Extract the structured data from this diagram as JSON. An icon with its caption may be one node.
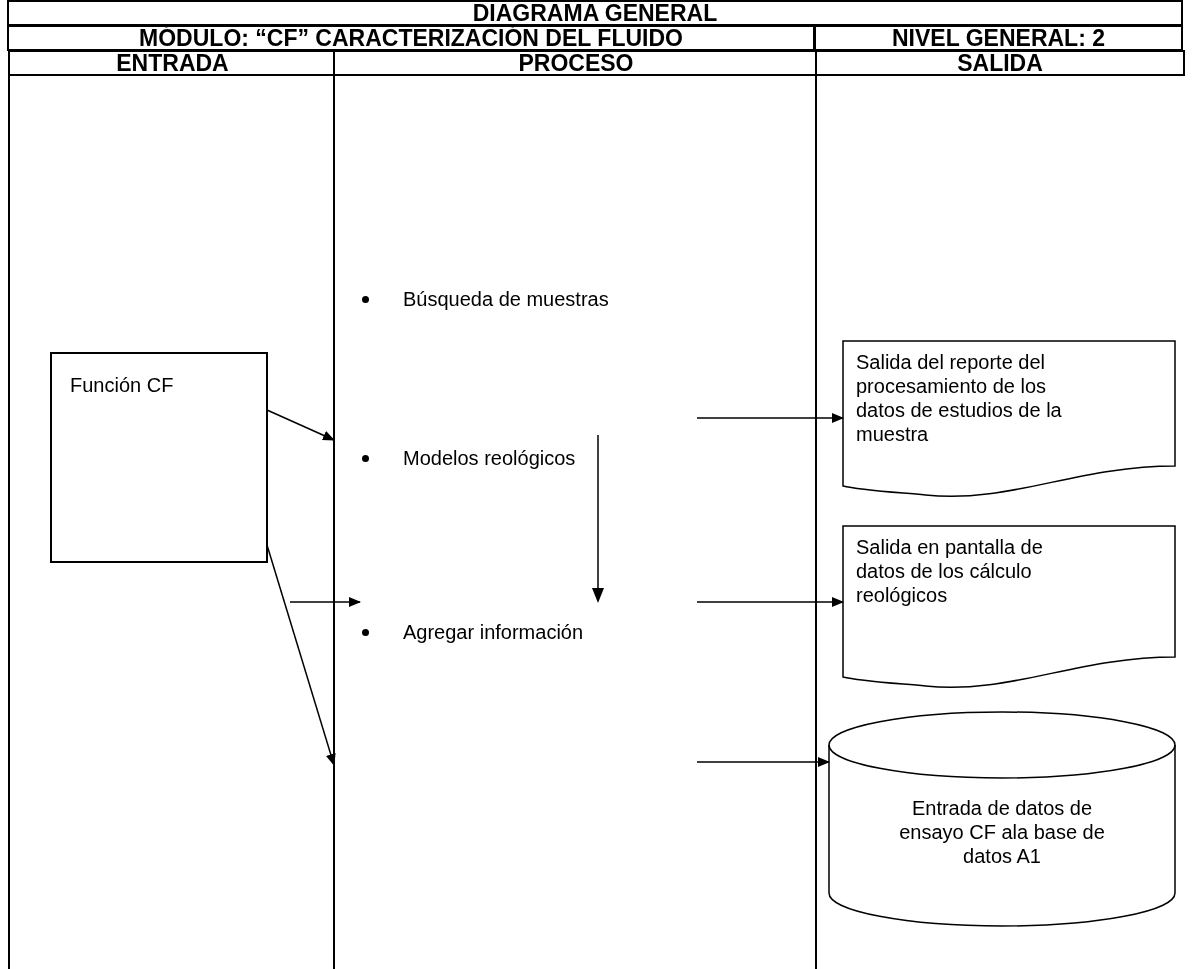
{
  "diagram": {
    "title": "DIAGRAMA GENERAL",
    "nodes": [
      {
        "text": [
          "ENTRADA"
        ]
      },
      {
        "text": [
          "PROCESO"
        ]
      },
      {
        "text": [
          "SALIDA"
        ]
      },
      {
        "text": [
          "Función CF"
        ],
        "in": 0
      },
      {
        "text": [
          "Búsqueda de muestras"
        ],
        "in": 1
      },
      {
        "text": [
          "Modelos reológicos"
        ],
        "in": 1
      },
      {
        "text": [
          "Agregar información"
        ],
        "in": 1
      },
      {
        "text": [
          "Salida del reporte del procesamiento de los datos de estudios de la muestra"
        ],
        "in": 2
      },
      {
        "text": [
          "Salida en pantalla de datos de los cálculo reológicos"
        ],
        "in": 2
      },
      {
        "text": [
          "Entrada de datos de ensayo CF ala base de datos A1"
        ],
        "in": 2
      }
    ],
    "edges": [
      {
        "from": 3,
        "to": 1,
        "arrow": "to"
      },
      {
        "from": null,
        "to": 1,
        "arrow": "to"
      },
      {
        "from": 3,
        "to": 1,
        "arrow": "to"
      },
      {
        "from": null,
        "to": 7,
        "arrow": "to"
      },
      {
        "from": null,
        "to": 8,
        "arrow": "to"
      },
      {
        "from": null,
        "to": 9,
        "arrow": "to"
      }
    ],
    "labels": [
      "MÓDULO: “CF” CARACTERIZACIÓN DEL FLUIDO",
      "NIVEL GENERAL: 2"
    ]
  }
}
